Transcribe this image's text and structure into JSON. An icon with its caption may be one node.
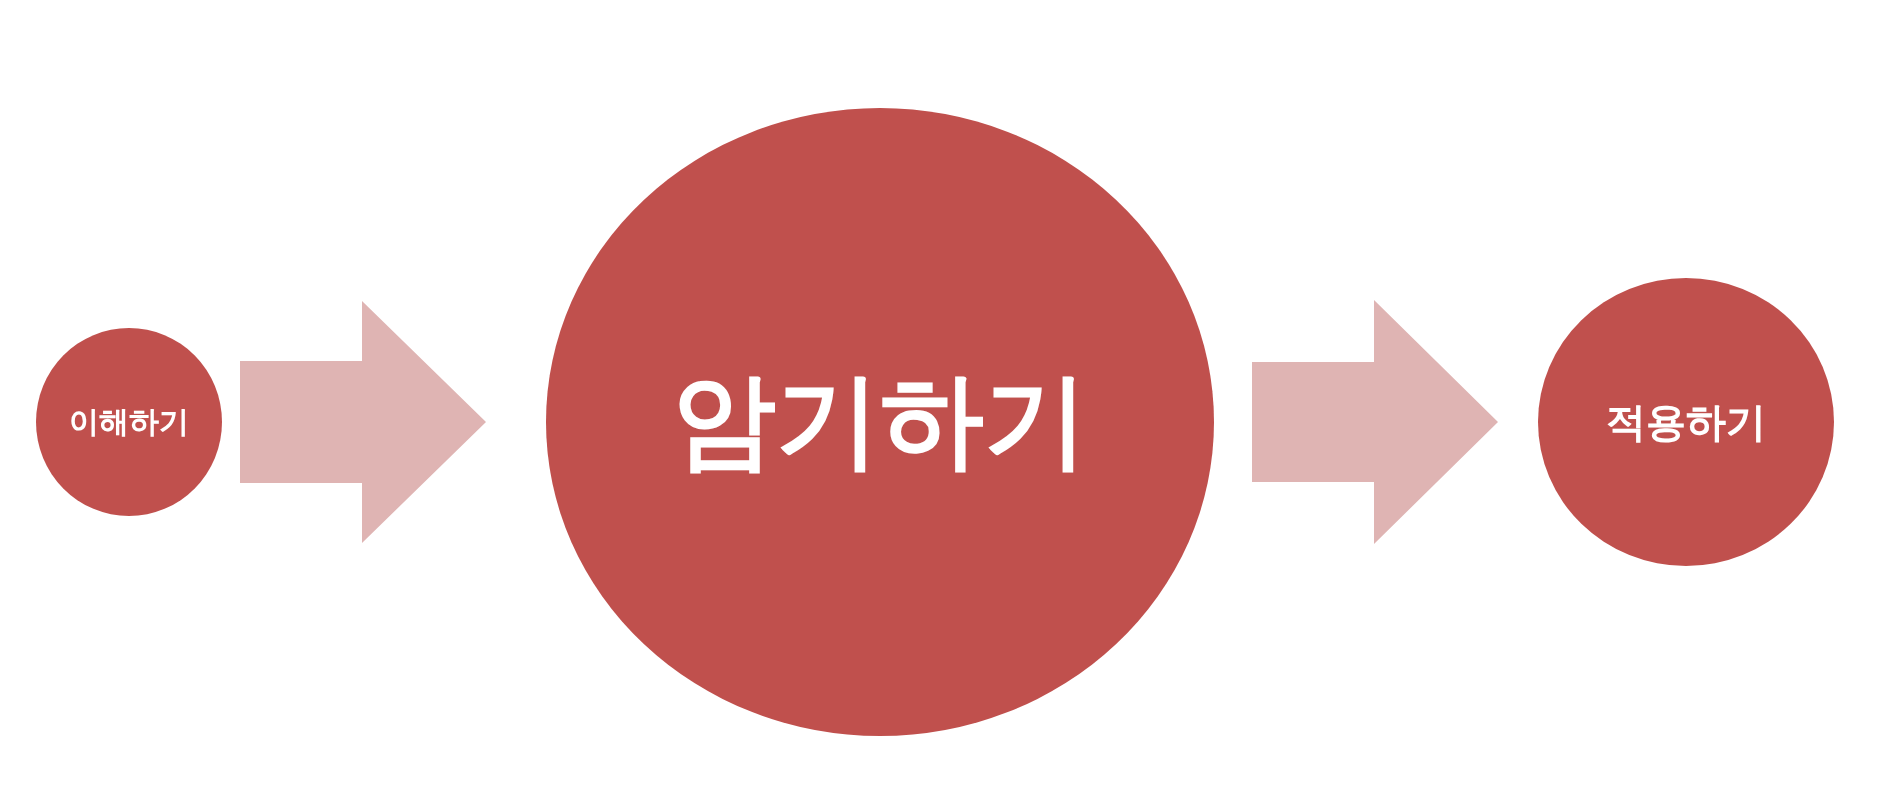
{
  "diagram": {
    "nodes": [
      {
        "text": [
          "이해하기"
        ]
      },
      {
        "text": [
          "암기하기"
        ]
      },
      {
        "text": [
          "적용하기"
        ]
      }
    ],
    "edges": [
      {
        "from": 0,
        "to": 1,
        "arrow": "to"
      },
      {
        "from": 1,
        "to": 2,
        "arrow": "to"
      }
    ]
  }
}
